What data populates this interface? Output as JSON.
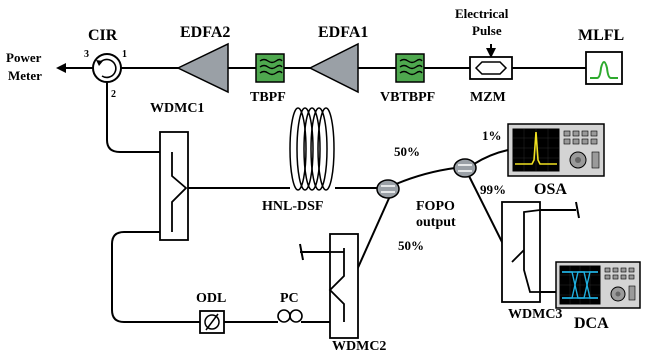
{
  "labels": {
    "power_meter_line1": "Power",
    "power_meter_line2": "Meter",
    "cir": "CIR",
    "cir_port1": "1",
    "cir_port2": "2",
    "cir_port3": "3",
    "edfa2": "EDFA2",
    "edfa1": "EDFA1",
    "tbpf": "TBPF",
    "vbtbpf": "VBTBPF",
    "electrical_pulse_line1": "Electrical",
    "electrical_pulse_line2": "Pulse",
    "mzm": "MZM",
    "mlfl": "MLFL",
    "wdmc1": "WDMC1",
    "wdmc2": "WDMC2",
    "wdmc3": "WDMC3",
    "hnl_dsf": "HNL-DSF",
    "fopo_output_line1": "FOPO",
    "fopo_output_line2": "output",
    "split_50_top": "50%",
    "split_50_bottom": "50%",
    "split_1": "1%",
    "split_99": "99%",
    "osa": "OSA",
    "dca": "DCA",
    "odl": "ODL",
    "pc": "PC"
  },
  "colors": {
    "filter_fill": "#4ea84e",
    "amplifier_fill": "#9aa0a6",
    "instrument_body": "#d4d4d4",
    "screen": "#000000",
    "osa_trace": "#f0e020",
    "dca_trace": "#20b0e0",
    "mlfl_pulse": "#2eaa2e"
  }
}
